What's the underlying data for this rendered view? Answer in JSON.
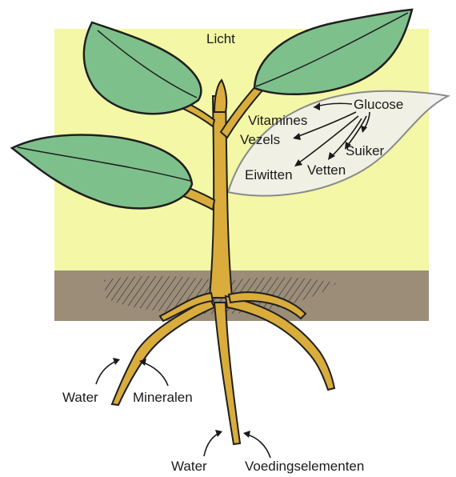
{
  "labels": {
    "light": "Licht",
    "glucose": "Glucose",
    "vitamins": "Vitamines",
    "fibers": "Vezels",
    "sugar": "Suiker",
    "proteins": "Eiwitten",
    "fats": "Vetten",
    "water_left": "Water",
    "minerals": "Mineralen",
    "water_bottom": "Water",
    "nutrients": "Voedingselementen"
  },
  "colors": {
    "sky": "#f3f7a6",
    "soil": "#9b8d78",
    "leaf": "#7ec08b",
    "stem": "#d9ac3c",
    "outline": "#1f1f1f",
    "highlight_leaf": "#eeeeee"
  }
}
